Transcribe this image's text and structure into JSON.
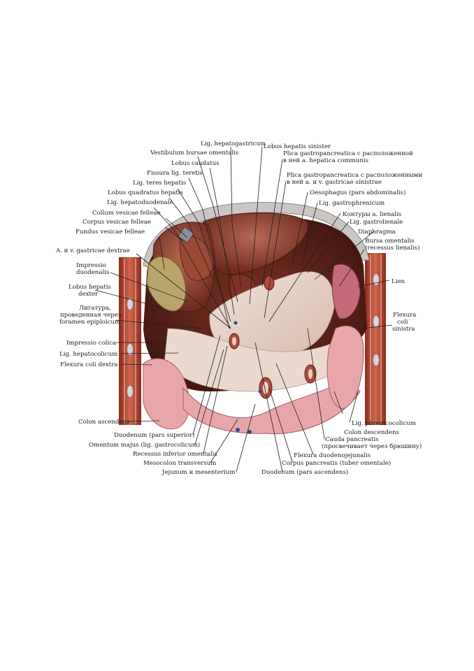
{
  "labels": {
    "lig_hepatogastricum": "Lig. hepatogastricum",
    "vestibulum": "Vestibulum bursae omentalis",
    "lobus_caudatus": "Lobus caudatus",
    "fissura": "Fissura lig. teretis",
    "lig_teres": "Lig. teres hepatis",
    "lobus_quadratus": "Lobus quadratus hepatis",
    "lig_hepatoduodenale": "Lig. hepatoduodenale",
    "collum": "Collum vesicae felleae",
    "corpus_vesicae": "Corpus vesicae felleae",
    "fundus": "Fundus vesicae felleae",
    "a_gastricae": "A. и v. gastricae dextrae",
    "impressio_duod_1": "Impressio",
    "impressio_duod_2": "duodenalis",
    "lobus_dexter_1": "Lobus hepatis",
    "lobus_dexter_2": "dexter",
    "ligatura_1": "Лигатура,",
    "ligatura_2": "проведенная через",
    "ligatura_3": "foramen epiploicum",
    "impressio_colica": "Impressio colica",
    "lig_hepatocolicum": "Lig. hepatocolicum",
    "flexura_dextra": "Flexura coli dextra",
    "colon_ascendens": "Colon ascendens",
    "duodenum_superior": "Duodenum (pars superior)",
    "omentum_majus": "Omentum majus (lig. gastrocolicum)",
    "recessus_inferior": "Recessus inferior omentalis",
    "mesocolon": "Mesocolon transversum",
    "jejunum": "Jejunum и mesenterium",
    "duodenum_ascendens": "Duodenum (pars ascendens)",
    "corpus_pancreatis": "Corpus pancreatis (tuber omentale)",
    "flexura_duod": "Flexura duodenojejunalis",
    "cauda_1": "Cauda pancreatis",
    "cauda_2": "(просвечивает через брюшину)",
    "colon_descendens": "Colon descendens",
    "lig_phrenicocolicum": "Lig. phrenicocolicum",
    "flexura_sinistra_1": "Flexura",
    "flexura_sinistra_2": "coli",
    "flexura_sinistra_3": "sinistra",
    "lien": "Lien",
    "bursa_1": "Bursa omentalis",
    "bursa_2": "(recessus lienalis)",
    "diaphragma": "Diaphragma",
    "lig_gastrolienale": "Lig. gastrolienale",
    "kontury": "Контуры a. lienalis",
    "lig_gastrophrenicum": "Lig. gastrophrenicum",
    "oesophagus": "Oesophagus (pars abdominalis)",
    "plica2_1": "Plica gastropancreatica с расположенными",
    "plica2_2": "в ней a. и v. gastricae sinistrae",
    "plica1_1": "Plica gastropancreatica с расположенной",
    "plica1_2": "в ней a. hepatica communis",
    "lobus_sinister": "Lobus hepatis sinister"
  },
  "colors": {
    "liver": "#8a3a2c",
    "liver_light": "#a95a45",
    "peritoneum": "#e7d3c8",
    "colon": "#e3a3a3",
    "body_wall": "#b8402c",
    "gallbladder": "#b9a46a",
    "cavity": "#5a2419"
  }
}
